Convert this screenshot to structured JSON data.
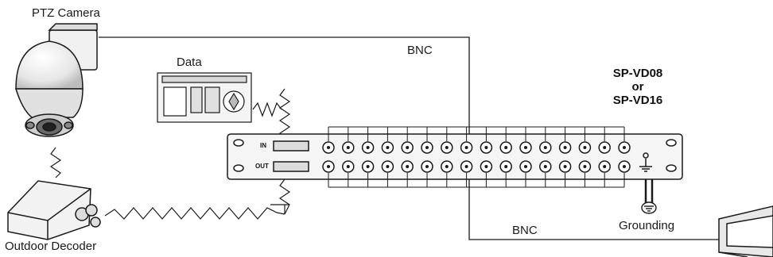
{
  "labels": {
    "ptz_camera": "PTZ Camera",
    "data": "Data",
    "bnc_top": "BNC",
    "bnc_bottom": "BNC",
    "grounding": "Grounding",
    "outdoor_decoder": "Outdoor Decoder",
    "model_line1": "SP-VD08",
    "model_line2": "or",
    "model_line3": "SP-VD16",
    "port_in": "IN",
    "port_out": "OUT"
  },
  "panel": {
    "connector_columns": 16
  },
  "colors": {
    "line": "#1a1a1a",
    "camera_fill": "#e8e8e8",
    "panel_fill": "#f5f5f5"
  }
}
